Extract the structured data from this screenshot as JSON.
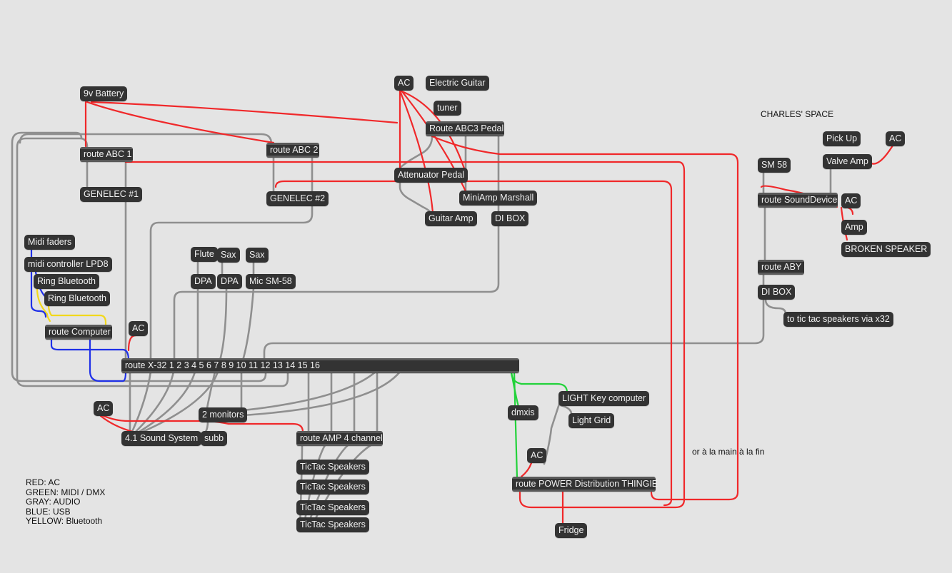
{
  "app": {
    "title": "Max patcher - signal routing"
  },
  "colors": {
    "background": "#e4e4e4",
    "object_fill": "#333333",
    "object_text": "#f0f0f0",
    "wire_ac": "#f0282a",
    "wire_audio": "#8f8f8f",
    "wire_usb": "#1f30e8",
    "wire_bluetooth": "#f2d81c",
    "wire_midi_dmx": "#22d23a"
  },
  "objects": {
    "battery": "9v Battery",
    "route_abc1": "route ABC 1",
    "genelec1": "GENELEC #1",
    "route_abc2": "route ABC 2",
    "genelec2": "GENELEC #2",
    "ac_top": "AC",
    "electric_guitar": "Electric Guitar",
    "tuner": "tuner",
    "route_abc3": "Route ABC3 Pedal",
    "attenuator": "Attenuator Pedal",
    "miniamp": "MiniAmp Marshall",
    "guitar_amp": "Guitar Amp",
    "di_box_1": "DI BOX",
    "flute": "Flute",
    "sax1": "Sax",
    "sax2": "Sax",
    "dpa1": "DPA",
    "dpa2": "DPA",
    "mic_sm58": "Mic SM-58",
    "midi_faders": "Midi faders",
    "midi_lpd8": "midi controller LPD8",
    "ring_bt1": "Ring Bluetooth",
    "ring_bt2": "Ring Bluetooth",
    "route_computer": "route Computer",
    "ac_x32": "AC",
    "route_x32": "route X-32 1 2 3 4 5 6 7 8 9 10 11 12 13 14 15 16",
    "ac_left": "AC",
    "two_monitors": "2 monitors",
    "sound_41": "4.1 Sound System",
    "subb": "subb",
    "route_amp4": "route AMP 4 channel",
    "tictac1": "TicTac Speakers",
    "tictac2": "TicTac Speakers",
    "tictac3": "TicTac Speakers",
    "tictac4": "TicTac Speakers",
    "dmxis": "dmxis",
    "light_key": "LIGHT Key computer",
    "light_grid": "Light Grid",
    "ac_power": "AC",
    "route_power": "route POWER Distribution THINGIE",
    "fridge": "Fridge",
    "sm58": "SM 58",
    "pick_up": "Pick Up",
    "ac_charles": "AC",
    "valve_amp": "Valve Amp",
    "route_sounddevice": "route SoundDevice",
    "ac_sd": "AC",
    "amp": "Amp",
    "broken_speaker": "BROKEN SPEAKER",
    "route_aby": "route ABY",
    "di_box_2": "DI BOX",
    "to_tictac": "to tic tac speakers via x32"
  },
  "comments": {
    "charles_space": "CHARLES' SPACE",
    "or_a_la_main": "or à la main à la fin"
  },
  "legend": [
    "RED: AC",
    "GREEN: MIDI / DMX",
    "GRAY: AUDIO",
    "BLUE: USB",
    "YELLOW: Bluetooth"
  ]
}
